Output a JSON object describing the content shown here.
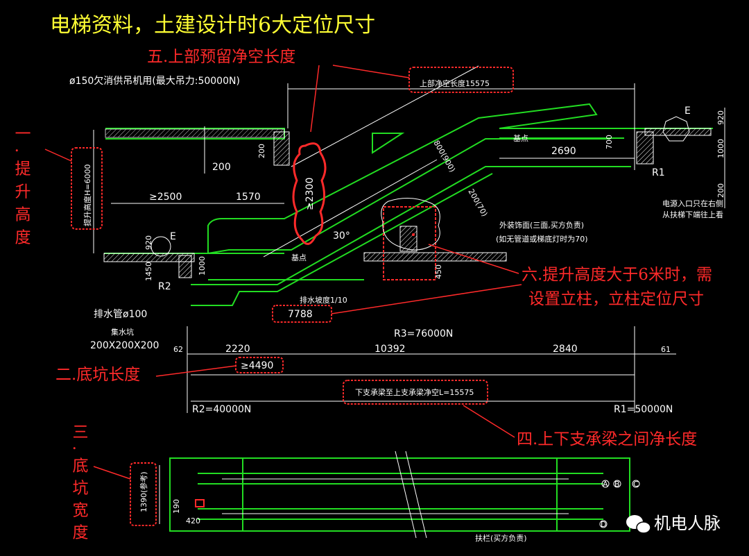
{
  "title": "电梯资料，土建设计时6大定位尺寸",
  "annotations": {
    "a1": "一.提升高度",
    "a2": "二.底坑长度",
    "a3": "三.底坑宽度",
    "a4": "四.上下支承梁之间净长度",
    "a5": "五.上部预留净空长度",
    "a6_line1": "六.提升高度大于6米时，需",
    "a6_line2": "设置立柱，立柱定位尺寸"
  },
  "labels": {
    "hoist": "ø150欠消供吊机用(最大吊力:50000N)",
    "top_clear": "上部净空长度15575",
    "rise_h": "提升高度H=6000",
    "base_pt_top": "基点",
    "base_pt_bot": "基点",
    "d2690": "2690",
    "d200a": "200",
    "d2500": "≥2500",
    "d1570": "1570",
    "d2300": "≥2300",
    "d30": "30°",
    "d800": "800(900)",
    "d200_70": "200(70)",
    "finish1": "外装饰面(三面,买方负责)",
    "finish2": "(如无管道或梯底灯时为70)",
    "r1": "R1",
    "r2": "R2",
    "e_top": "E",
    "e_left": "E",
    "power1": "电源入口只在右侧",
    "power2": "从扶梯下端往上看",
    "d920a": "920",
    "d1000a": "1000",
    "d200c": "200",
    "d700": "700",
    "d200d": "200",
    "d920b": "920",
    "d1450": "1450",
    "d1000b": "1000",
    "d450": "450",
    "drain": "排水管ø100",
    "slope": "排水坡度1/10",
    "d7788": "7788",
    "pit": "集水坑",
    "pit_size": "200X200X200",
    "r3": "R3=76000N",
    "d62": "62",
    "d2220": "2220",
    "d10392": "10392",
    "d2840": "2840",
    "d61": "61",
    "d4490": "≥4490",
    "span": "下支承梁至上支承梁净空L=15575",
    "r2n": "R2=40000N",
    "r1n": "R1=50000N",
    "d1390": "1390(参考)",
    "d420": "420",
    "d190": "190",
    "handrail": "扶栏(买方负责)",
    "ca": "A",
    "cb": "B",
    "cc": "C",
    "cd": "D"
  },
  "watermark": "机电人脉",
  "colors": {
    "annotation": "#ff2a2a",
    "title": "#ffff33",
    "green": "#22dd22",
    "bg": "#000000"
  }
}
